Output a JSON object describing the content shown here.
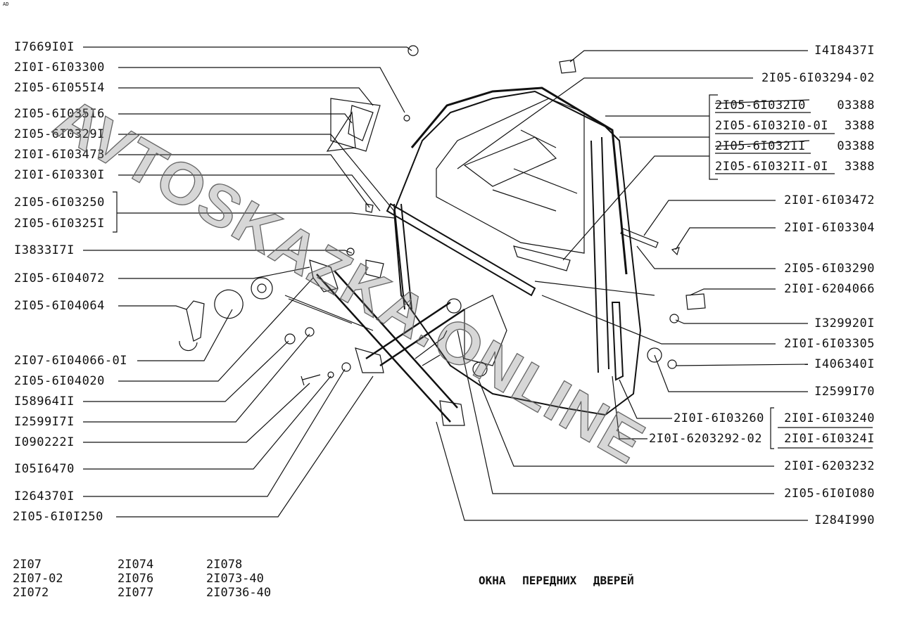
{
  "corner_mark": "AD",
  "left_labels": [
    "I7669I0I",
    "2I0I-6I03300",
    "2I05-6I055I4",
    "2I05-6I035I6",
    "2I05-6I0329I",
    "2I0I-6I03473",
    "2I0I-6I0330I",
    "2I05-6I03250",
    "2I05-6I0325I",
    "I3833I7I",
    "2I05-6I04072",
    "2I05-6I04064",
    "2I07-6I04066-0I",
    "2I05-6I04020",
    "I58964II",
    "I2599I7I",
    "I090222I",
    "I05I6470",
    "I264370I",
    "2I05-6I0I250"
  ],
  "right_labels": [
    "I4I8437I",
    "2I05-6I03294-02",
    "2I0I-6I03472",
    "2I0I-6I03304",
    "2I05-6I03290",
    "2I0I-6204066",
    "I329920I",
    "2I0I-6I03305",
    "I406340I",
    "I2599I70",
    "2I0I-6I03260",
    "2I0I-6203292-02",
    "2I0I-6I03240",
    "2I0I-6I0324I",
    "2I0I-6203232",
    "2I05-6I0I080",
    "I284I990"
  ],
  "glass_block": [
    {
      "part": "2I05-6I032I0",
      "code": "03388"
    },
    {
      "part": "2I05-6I032I0-0I",
      "code": "3388"
    },
    {
      "part": "2I05-6I032II",
      "code": "03388"
    },
    {
      "part": "2I05-6I032II-0I",
      "code": "3388"
    }
  ],
  "models": [
    [
      "2I07",
      "2I07-02",
      "2I072"
    ],
    [
      "2I074",
      "2I076",
      "2I077"
    ],
    [
      "2I078",
      "2I073-40",
      "2I0736-40"
    ]
  ],
  "title": "ОКНА  ПЕРЕДНИХ  ДВЕРЕЙ",
  "watermark": "AVTOSKAZKA.ONLINE"
}
